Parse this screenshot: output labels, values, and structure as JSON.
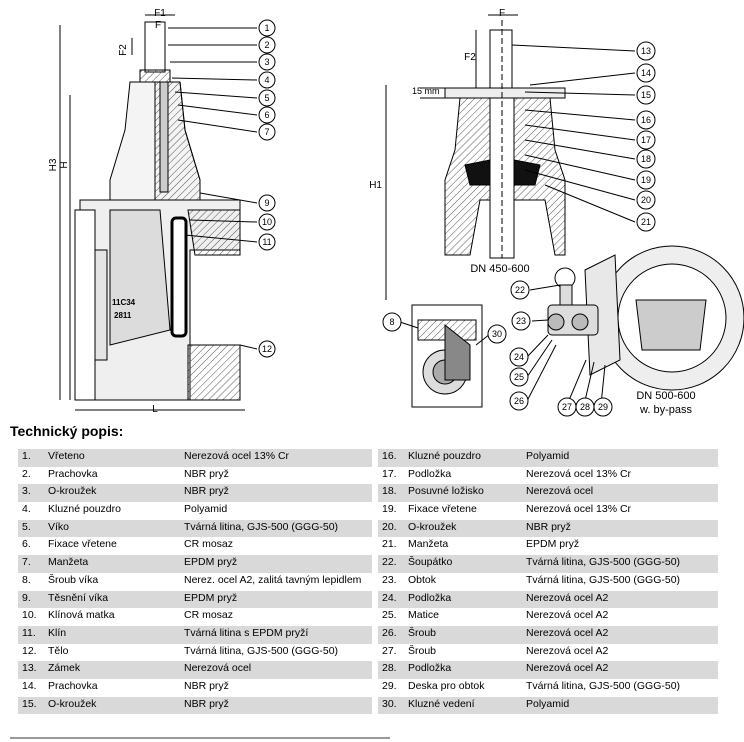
{
  "drawing_labels": {
    "dim_F1": "F1",
    "dim_F_left": "F",
    "dim_F2_left": "F2",
    "dim_H3": "H3",
    "dim_H": "H",
    "dim_L": "L",
    "dim_F_right": "F",
    "dim_F2_right": "F2",
    "dim_15mm": "15 mm",
    "dim_H1": "H1",
    "casting_mark_1": "11C34",
    "casting_mark_2": "2811",
    "caption_dn450": "DN 450-600",
    "caption_dn500_line1": "DN 500-600",
    "caption_dn500_line2": "w. by-pass",
    "callouts_left": [
      "1",
      "2",
      "3",
      "4",
      "5",
      "6",
      "7",
      "9",
      "10",
      "11",
      "12"
    ],
    "callouts_right": [
      "13",
      "14",
      "15",
      "16",
      "17",
      "18",
      "19",
      "20",
      "21"
    ],
    "callouts_bypass": [
      "22",
      "23",
      "24",
      "25",
      "26",
      "27",
      "28",
      "29"
    ],
    "callout_8": "8",
    "callout_30": "30"
  },
  "section_title": "Technický popis:",
  "parts": [
    {
      "no": "1.",
      "name": "Vřeteno",
      "material": "Nerezová ocel 13% Cr",
      "no2": "16.",
      "name2": "Kluzné pouzdro",
      "material2": "Polyamid"
    },
    {
      "no": "2.",
      "name": "Prachovka",
      "material": "NBR pryž",
      "no2": "17.",
      "name2": "Podložka",
      "material2": "Nerezová ocel 13% Cr"
    },
    {
      "no": "3.",
      "name": "O-kroužek",
      "material": "NBR pryž",
      "no2": "18.",
      "name2": "Posuvné ložisko",
      "material2": "Nerezová ocel"
    },
    {
      "no": "4.",
      "name": "Kluzné pouzdro",
      "material": "Polyamid",
      "no2": "19.",
      "name2": "Fixace vřetene",
      "material2": "Nerezová ocel 13% Cr"
    },
    {
      "no": "5.",
      "name": "Víko",
      "material": "Tvárná litina, GJS-500 (GGG-50)",
      "no2": "20.",
      "name2": "O-kroužek",
      "material2": "NBR pryž"
    },
    {
      "no": "6.",
      "name": "Fixace vřetene",
      "material": "CR mosaz",
      "no2": "21.",
      "name2": "Manžeta",
      "material2": "EPDM pryž"
    },
    {
      "no": "7.",
      "name": "Manžeta",
      "material": "EPDM pryž",
      "no2": "22.",
      "name2": "Šoupátko",
      "material2": "Tvárná litina, GJS-500 (GGG-50)"
    },
    {
      "no": "8.",
      "name": "Šroub víka",
      "material": "Nerez. ocel A2, zalitá tavným lepidlem",
      "no2": "23.",
      "name2": "Obtok",
      "material2": "Tvárná litina, GJS-500 (GGG-50)"
    },
    {
      "no": "9.",
      "name": "Těsnění víka",
      "material": "EPDM pryž",
      "no2": "24.",
      "name2": "Podložka",
      "material2": "Nerezová ocel A2"
    },
    {
      "no": "10.",
      "name": "Klínová matka",
      "material": "CR mosaz",
      "no2": "25.",
      "name2": "Matice",
      "material2": "Nerezová ocel A2"
    },
    {
      "no": "11.",
      "name": "Klín",
      "material": "Tvárná litina s EPDM pryží",
      "no2": "26.",
      "name2": "Šroub",
      "material2": "Nerezová ocel A2"
    },
    {
      "no": "12.",
      "name": "Tělo",
      "material": "Tvárná litina, GJS-500 (GGG-50)",
      "no2": "27.",
      "name2": "Šroub",
      "material2": "Nerezová ocel A2"
    },
    {
      "no": "13.",
      "name": "Zámek",
      "material": "Nerezová ocel",
      "no2": "28.",
      "name2": "Podložka",
      "material2": "Nerezová ocel A2"
    },
    {
      "no": "14.",
      "name": "Prachovka",
      "material": "NBR pryž",
      "no2": "29.",
      "name2": "Deska pro obtok",
      "material2": "Tvárná litina, GJS-500 (GGG-50)"
    },
    {
      "no": "15.",
      "name": "O-kroužek",
      "material": "NBR pryž",
      "no2": "30.",
      "name2": "Kluzné vedení",
      "material2": "Polyamid"
    }
  ]
}
